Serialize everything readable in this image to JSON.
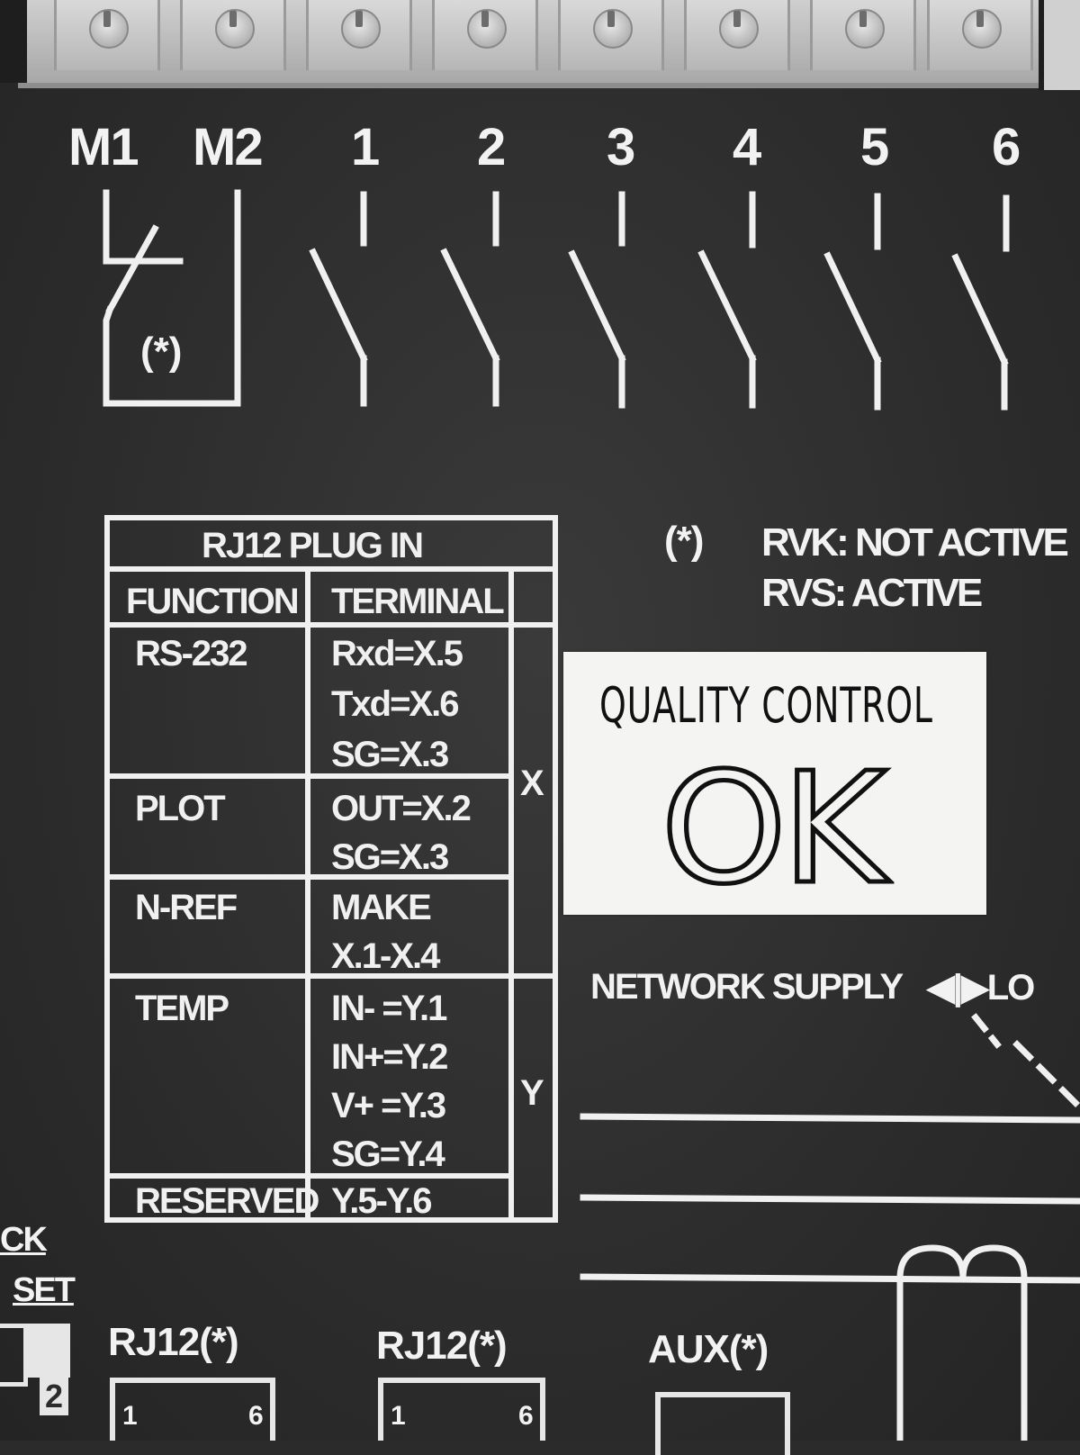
{
  "terminals": {
    "labels": [
      "M1",
      "M2",
      "1",
      "2",
      "3",
      "4",
      "5",
      "6"
    ],
    "motor_note": "(*)"
  },
  "rj12_table": {
    "title": "RJ12 PLUG IN",
    "headers": [
      "FUNCTION",
      "TERMINAL"
    ],
    "rows": [
      {
        "function": "RS-232",
        "terminals": [
          "Rxd=X.5",
          "Txd=X.6",
          "SG=X.3"
        ]
      },
      {
        "function": "PLOT",
        "terminals": [
          "OUT=X.2",
          "SG=X.3"
        ]
      },
      {
        "function": "N-REF",
        "terminals": [
          "MAKE",
          "X.1-X.4"
        ]
      },
      {
        "function": "TEMP",
        "terminals": [
          "IN- =Y.1",
          "IN+=Y.2",
          "V+ =Y.3",
          "SG=Y.4"
        ]
      },
      {
        "function": "RESERVED",
        "terminals": [
          "Y.5-Y.6"
        ]
      }
    ],
    "group_x": "X",
    "group_y": "Y"
  },
  "legend": {
    "marker": "(*)",
    "line1": "RVK: NOT ACTIVE",
    "line2": "RVS: ACTIVE"
  },
  "qc_sticker": {
    "title": "QUALITY CONTROL",
    "status": "OK"
  },
  "network_supply": {
    "label": "NETWORK SUPPLY",
    "arrows": "◀|▶LO"
  },
  "bottom_labels": {
    "ck": "CK",
    "set": "SET",
    "two": "2",
    "rj12_a": "RJ12(*)",
    "rj12_b": "RJ12(*)",
    "aux": "AUX(*)",
    "pin1_a": "1",
    "pin6_a": "6",
    "pin1_b": "1",
    "pin6_b": "6"
  }
}
